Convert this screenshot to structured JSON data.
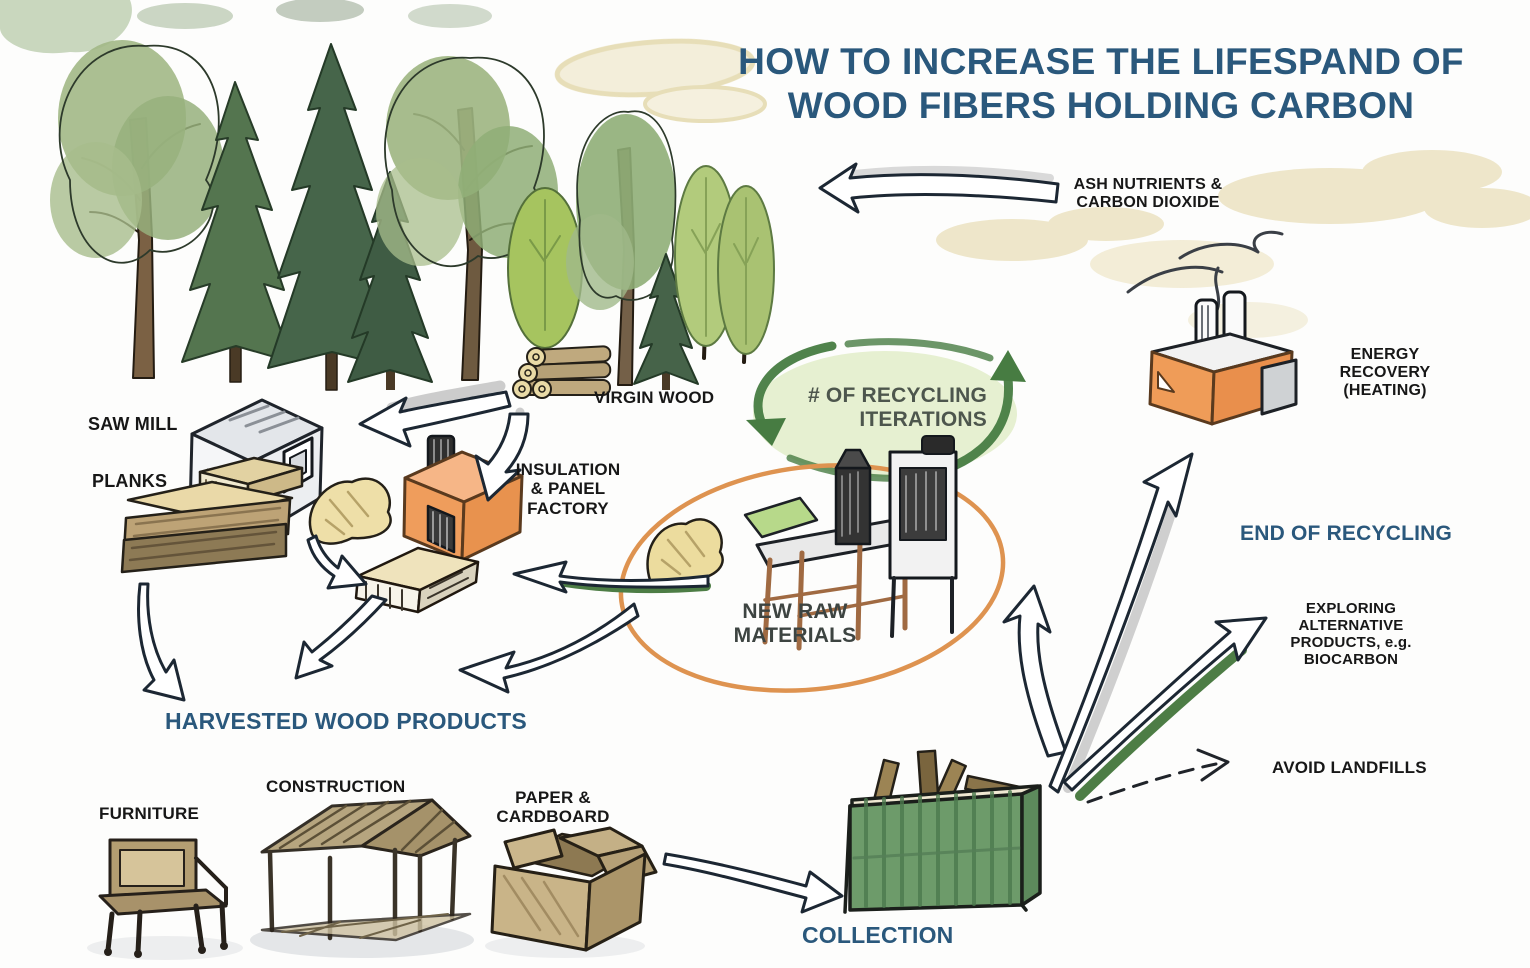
{
  "title": {
    "line1": "HOW TO INCREASE THE LIFESPAND OF",
    "line2": "WOOD FIBERS HOLDING CARBON"
  },
  "colors": {
    "title_blue": "#2a587c",
    "text_black": "#171717",
    "accent_green": "#477c42",
    "recycling_ellipse_fill": "#e6f0d1",
    "materials_ellipse_stroke": "#de9350",
    "factory_orange": "#ef9d5c",
    "container_green": "#6d9b6a",
    "wood_tan": "#b9a173",
    "cloud_beige": "#ece4c4"
  },
  "labels": {
    "saw_mill": "SAW MILL",
    "planks": "PLANKS",
    "virgin_wood": "VIRGIN WOOD",
    "insulation_factory": [
      "INSULATION",
      "& PANEL",
      "FACTORY"
    ],
    "recycling_iterations": [
      "# OF RECYCLING",
      "ITERATIONS"
    ],
    "new_raw_materials": [
      "NEW RAW",
      "MATERIALS"
    ],
    "ash_nutrients": [
      "ASH NUTRIENTS &",
      "CARBON DIOXIDE"
    ],
    "energy_recovery": [
      "ENERGY",
      "RECOVERY",
      "(HEATING)"
    ],
    "end_of_recycling": "END OF RECYCLING",
    "exploring_alternative": [
      "EXPLORING",
      "ALTERNATIVE",
      "PRODUCTS, e.g.",
      "BIOCARBON"
    ],
    "avoid_landfills": "AVOID LANDFILLS",
    "harvested_wood_products": "HARVESTED WOOD PRODUCTS",
    "furniture": "FURNITURE",
    "construction": "CONSTRUCTION",
    "paper_cardboard": [
      "PAPER &",
      "CARDBOARD"
    ],
    "collection": "COLLECTION"
  }
}
